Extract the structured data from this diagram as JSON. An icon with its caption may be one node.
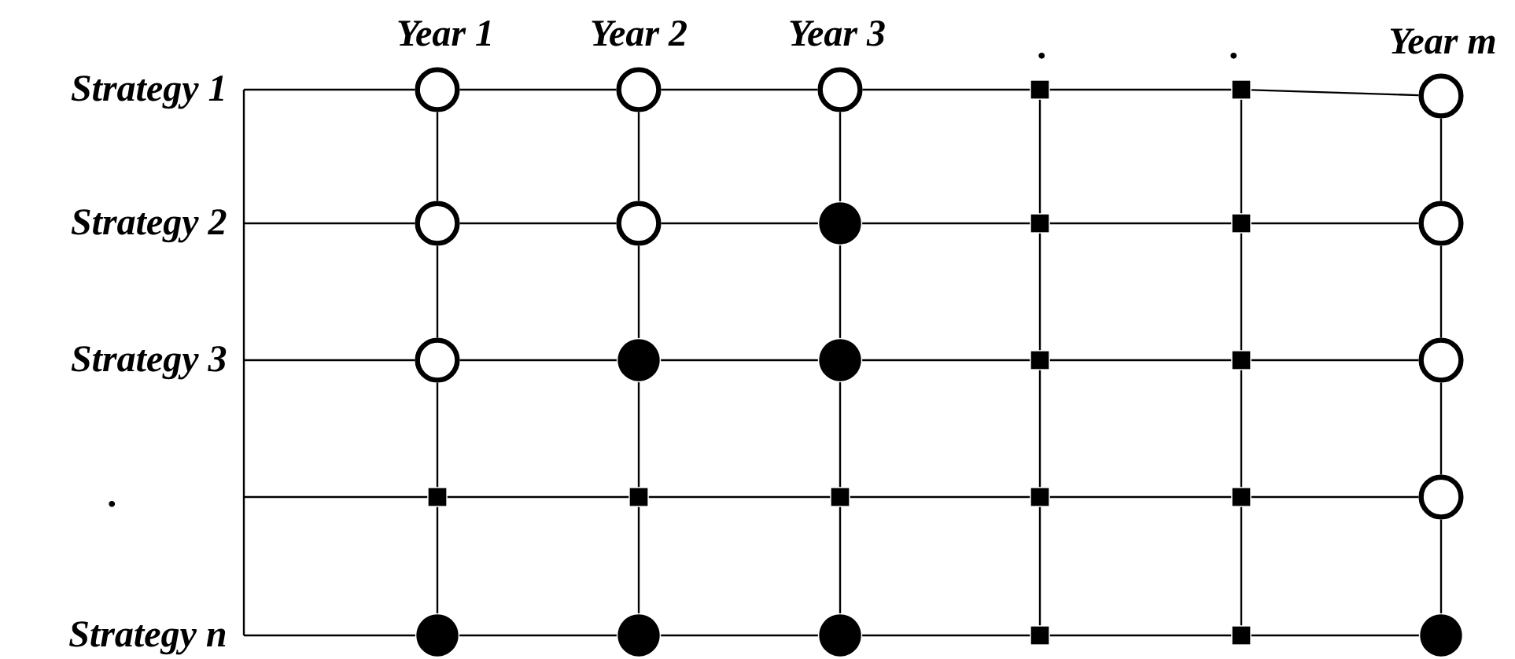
{
  "diagram": {
    "nodes": [
      {
        "text": [],
        "shape": "circle"
      },
      {
        "text": [],
        "shape": "circle"
      },
      {
        "text": [],
        "shape": "circle"
      },
      {
        "text": [],
        "shape": "square"
      },
      {
        "text": [],
        "shape": "square"
      },
      {
        "text": [],
        "shape": "circle"
      },
      {
        "text": [],
        "shape": "circle"
      },
      {
        "text": [],
        "shape": "circle"
      },
      {
        "text": [],
        "shape": "dot"
      },
      {
        "text": [],
        "shape": "square"
      },
      {
        "text": [],
        "shape": "square"
      },
      {
        "text": [],
        "shape": "circle"
      },
      {
        "text": [],
        "shape": "circle"
      },
      {
        "text": [],
        "shape": "dot"
      },
      {
        "text": [],
        "shape": "dot"
      },
      {
        "text": [],
        "shape": "square"
      },
      {
        "text": [],
        "shape": "square"
      },
      {
        "text": [],
        "shape": "circle"
      },
      {
        "text": [],
        "shape": "square"
      },
      {
        "text": [],
        "shape": "square"
      },
      {
        "text": [],
        "shape": "square"
      },
      {
        "text": [],
        "shape": "square"
      },
      {
        "text": [],
        "shape": "square"
      },
      {
        "text": [],
        "shape": "circle"
      },
      {
        "text": [],
        "shape": "dot"
      },
      {
        "text": [],
        "shape": "dot"
      },
      {
        "text": [],
        "shape": "dot"
      },
      {
        "text": [],
        "shape": "square"
      },
      {
        "text": [],
        "shape": "square"
      },
      {
        "text": [],
        "shape": "dot"
      }
    ],
    "edges": [
      {
        "from": 0,
        "to": 1,
        "arrow": "none"
      },
      {
        "from": 1,
        "to": 2,
        "arrow": "none"
      },
      {
        "from": 2,
        "to": 3,
        "arrow": "none"
      },
      {
        "from": 3,
        "to": 4,
        "arrow": "none"
      },
      {
        "from": 4,
        "to": 5,
        "arrow": "none"
      },
      {
        "from": 6,
        "to": 7,
        "arrow": "none"
      },
      {
        "from": 7,
        "to": 8,
        "arrow": "none"
      },
      {
        "from": 8,
        "to": 9,
        "arrow": "none"
      },
      {
        "from": 9,
        "to": 10,
        "arrow": "none"
      },
      {
        "from": 10,
        "to": 11,
        "arrow": "none"
      },
      {
        "from": 12,
        "to": 13,
        "arrow": "none"
      },
      {
        "from": 13,
        "to": 14,
        "arrow": "none"
      },
      {
        "from": 14,
        "to": 15,
        "arrow": "none"
      },
      {
        "from": 15,
        "to": 16,
        "arrow": "none"
      },
      {
        "from": 16,
        "to": 17,
        "arrow": "none"
      },
      {
        "from": 18,
        "to": 19,
        "arrow": "none"
      },
      {
        "from": 19,
        "to": 20,
        "arrow": "none"
      },
      {
        "from": 20,
        "to": 21,
        "arrow": "none"
      },
      {
        "from": 21,
        "to": 22,
        "arrow": "none"
      },
      {
        "from": 22,
        "to": 23,
        "arrow": "none"
      },
      {
        "from": 24,
        "to": 25,
        "arrow": "none"
      },
      {
        "from": 25,
        "to": 26,
        "arrow": "none"
      },
      {
        "from": 26,
        "to": 27,
        "arrow": "none"
      },
      {
        "from": 27,
        "to": 28,
        "arrow": "none"
      },
      {
        "from": 28,
        "to": 29,
        "arrow": "none"
      },
      {
        "from": 0,
        "to": 6,
        "arrow": "none"
      },
      {
        "from": 6,
        "to": 12,
        "arrow": "none"
      },
      {
        "from": 12,
        "to": 18,
        "arrow": "none"
      },
      {
        "from": 18,
        "to": 24,
        "arrow": "none"
      },
      {
        "from": 1,
        "to": 7,
        "arrow": "none"
      },
      {
        "from": 7,
        "to": 13,
        "arrow": "none"
      },
      {
        "from": 13,
        "to": 19,
        "arrow": "none"
      },
      {
        "from": 19,
        "to": 25,
        "arrow": "none"
      },
      {
        "from": 2,
        "to": 8,
        "arrow": "none"
      },
      {
        "from": 8,
        "to": 14,
        "arrow": "none"
      },
      {
        "from": 14,
        "to": 20,
        "arrow": "none"
      },
      {
        "from": 20,
        "to": 26,
        "arrow": "none"
      },
      {
        "from": 3,
        "to": 9,
        "arrow": "none"
      },
      {
        "from": 9,
        "to": 15,
        "arrow": "none"
      },
      {
        "from": 15,
        "to": 21,
        "arrow": "none"
      },
      {
        "from": 21,
        "to": 27,
        "arrow": "none"
      },
      {
        "from": 4,
        "to": 10,
        "arrow": "none"
      },
      {
        "from": 10,
        "to": 16,
        "arrow": "none"
      },
      {
        "from": 16,
        "to": 22,
        "arrow": "none"
      },
      {
        "from": 22,
        "to": 28,
        "arrow": "none"
      },
      {
        "from": 5,
        "to": 11,
        "arrow": "none"
      },
      {
        "from": 11,
        "to": 17,
        "arrow": "none"
      },
      {
        "from": 17,
        "to": 23,
        "arrow": "none"
      },
      {
        "from": 23,
        "to": 29,
        "arrow": "none"
      }
    ],
    "labels": [
      "Year 1",
      "Year 2",
      "Year 3",
      ".",
      ".",
      "Year m",
      "Strategy 1",
      "Strategy 2",
      "Strategy 3",
      ".",
      "Strategy n"
    ]
  }
}
